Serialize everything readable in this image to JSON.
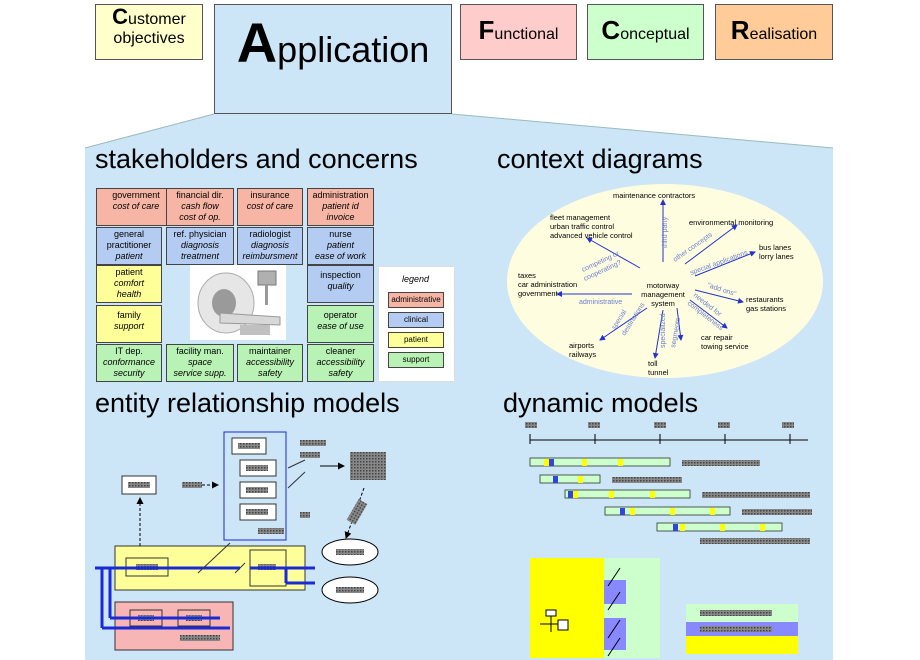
{
  "header": {
    "customer_cap": "C",
    "customer_rest": "ustomer",
    "customer_line2": "objectives",
    "application_cap": "A",
    "application_rest": "pplication",
    "functional_cap": "F",
    "functional_rest": "unctional",
    "conceptual_cap": "C",
    "conceptual_rest": "onceptual",
    "realisation_cap": "R",
    "realisation_rest": "ealisation"
  },
  "colors": {
    "panel_bg": "#cce5f7",
    "customer_bg": "#ffffcc",
    "functional_bg": "#ffcccc",
    "conceptual_bg": "#ccffcc",
    "realisation_bg": "#ffcc99",
    "administrative": "#f7b5a5",
    "clinical": "#b5ccf2",
    "patient": "#ffff99",
    "support": "#b9f2b5"
  },
  "sections": {
    "stakeholders": "stakeholders and concerns",
    "context": "context diagrams",
    "entity": "entity relationship models",
    "dynamic": "dynamic models"
  },
  "stakeholders": {
    "government": {
      "l1": "government",
      "l2": "cost of care"
    },
    "financial": {
      "l1": "financial dir.",
      "l2": "cash flow",
      "l3": "cost of op."
    },
    "insurance": {
      "l1": "insurance",
      "l2": "cost of care"
    },
    "administration": {
      "l1": "administration",
      "l2": "patient id",
      "l3": "invoice"
    },
    "gp": {
      "l1": "general",
      "l2": "practitioner",
      "l3": "patient"
    },
    "ref": {
      "l1": "ref. physician",
      "l2": "diagnosis",
      "l3": "treatment"
    },
    "radiologist": {
      "l1": "radiologist",
      "l2": "diagnosis",
      "l3": "reimbursment"
    },
    "nurse": {
      "l1": "nurse",
      "l2": "patient",
      "l3": "ease of work"
    },
    "patient": {
      "l1": "patient",
      "l2": "comfort",
      "l3": "health"
    },
    "family": {
      "l1": "family",
      "l2": "support"
    },
    "inspection": {
      "l1": "inspection",
      "l2": "quality"
    },
    "operator": {
      "l1": "operator",
      "l2": "ease of use"
    },
    "itdep": {
      "l1": "IT dep.",
      "l2": "conformance",
      "l3": "security"
    },
    "facility": {
      "l1": "facility man.",
      "l2": "space",
      "l3": "service supp."
    },
    "maintainer": {
      "l1": "maintainer",
      "l2": "accessibility",
      "l3": "safety"
    },
    "cleaner": {
      "l1": "cleaner",
      "l2": "accessibility",
      "l3": "safety"
    }
  },
  "legend": {
    "title": "legend",
    "administrative": "administrative",
    "clinical": "clinical",
    "patient": "patient",
    "support": "support"
  },
  "context": {
    "center": [
      "motorway",
      "management",
      "system"
    ],
    "maintenance": "maintenance contractors",
    "fleet": [
      "fleet management",
      "urban traffic control",
      "advanced vehicle control"
    ],
    "environmental": "environmental monitoring",
    "buslanes": [
      "bus lanes",
      "lorry lanes"
    ],
    "taxes": [
      "taxes",
      "car administration",
      "government"
    ],
    "restaurants": [
      "restaurants",
      "gas stations"
    ],
    "airports": [
      "airports",
      "railways"
    ],
    "toll": [
      "toll",
      "tunnel"
    ],
    "carrepair": [
      "car repair",
      "towing service"
    ],
    "arrow_third_party": "third party",
    "arrow_other_concepts": "other concepts",
    "arrow_special_apps": "special applications",
    "arrow_competing": [
      "competing or",
      "cooperating?"
    ],
    "arrow_administrative": "administrative",
    "arrow_add_ons": "\"add ons\"",
    "arrow_needed": [
      "needed for",
      "completeness"
    ],
    "arrow_destinations": [
      "special",
      "destinations"
    ],
    "arrow_specialized": [
      "specialized",
      "segments"
    ]
  }
}
